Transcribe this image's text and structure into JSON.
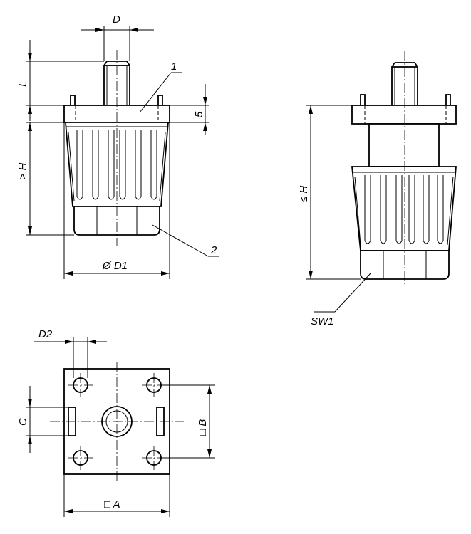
{
  "labels": {
    "D": "D",
    "L": "L",
    "part1": "1",
    "five": "5",
    "geH": "≥ H",
    "part2": "2",
    "D1": "Ø D1",
    "leH": "≤ H",
    "SW1": "SW1",
    "D2": "D2",
    "C": "C",
    "B": "□ B",
    "A": "□ A"
  }
}
